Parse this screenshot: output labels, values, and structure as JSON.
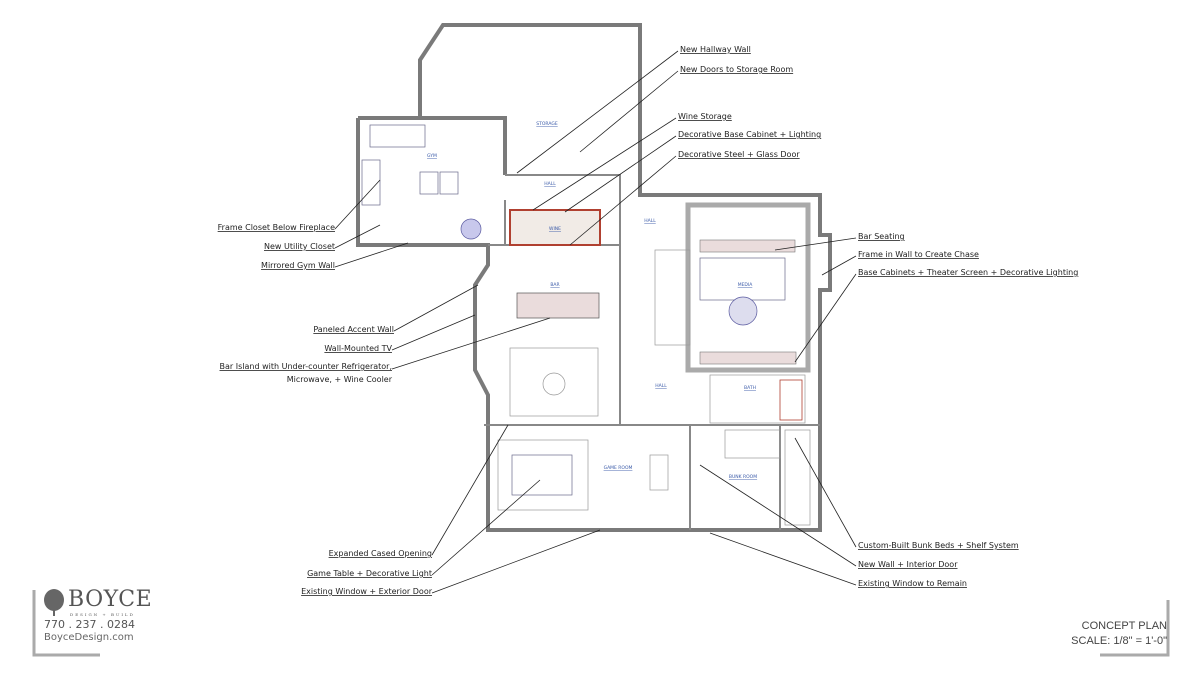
{
  "rooms": {
    "gym": "GYM",
    "storage": "STORAGE",
    "hall_upper": "HALL",
    "wine": "WINE",
    "hall_mid": "HALL",
    "bar": "BAR",
    "media": "MEDIA",
    "hall_lower": "HALL",
    "bath": "BATH",
    "game_room": "GAME ROOM",
    "bunk_room": "BUNK ROOM"
  },
  "notes_left": [
    "Frame Closet Below Fireplace",
    "New Utility Closet",
    "Mirrored Gym Wall",
    "Paneled Accent Wall",
    "Wall-Mounted TV",
    "Bar Island with Under-counter Refrigerator,",
    "Microwave, + Wine Cooler",
    "Expanded Cased Opening",
    "Game Table + Decorative Light",
    "Existing Window + Exterior Door"
  ],
  "notes_right": [
    "New Hallway Wall",
    "New Doors to Storage Room",
    "Wine Storage",
    "Decorative Base Cabinet + Lighting",
    "Decorative Steel + Glass Door",
    "Bar Seating",
    "Frame in Wall to Create Chase",
    "Base Cabinets + Theater Screen + Decorative Lighting",
    "Custom-Built Bunk Beds + Shelf System",
    "New Wall + Interior Door",
    "Existing Window to Remain"
  ],
  "brand": {
    "logo_text": "BOYCE",
    "logo_subtext": "DESIGN + BUILD",
    "phone": "770 . 237 . 0284",
    "website": "BoyceDesign.com"
  },
  "title_block": {
    "title": "CONCEPT PLAN",
    "scale": "SCALE: 1/8\" = 1'-0\""
  },
  "colors": {
    "wall": "#7a7a7a",
    "room_label": "#3a5aa8",
    "wine_rack": "#b04030"
  }
}
